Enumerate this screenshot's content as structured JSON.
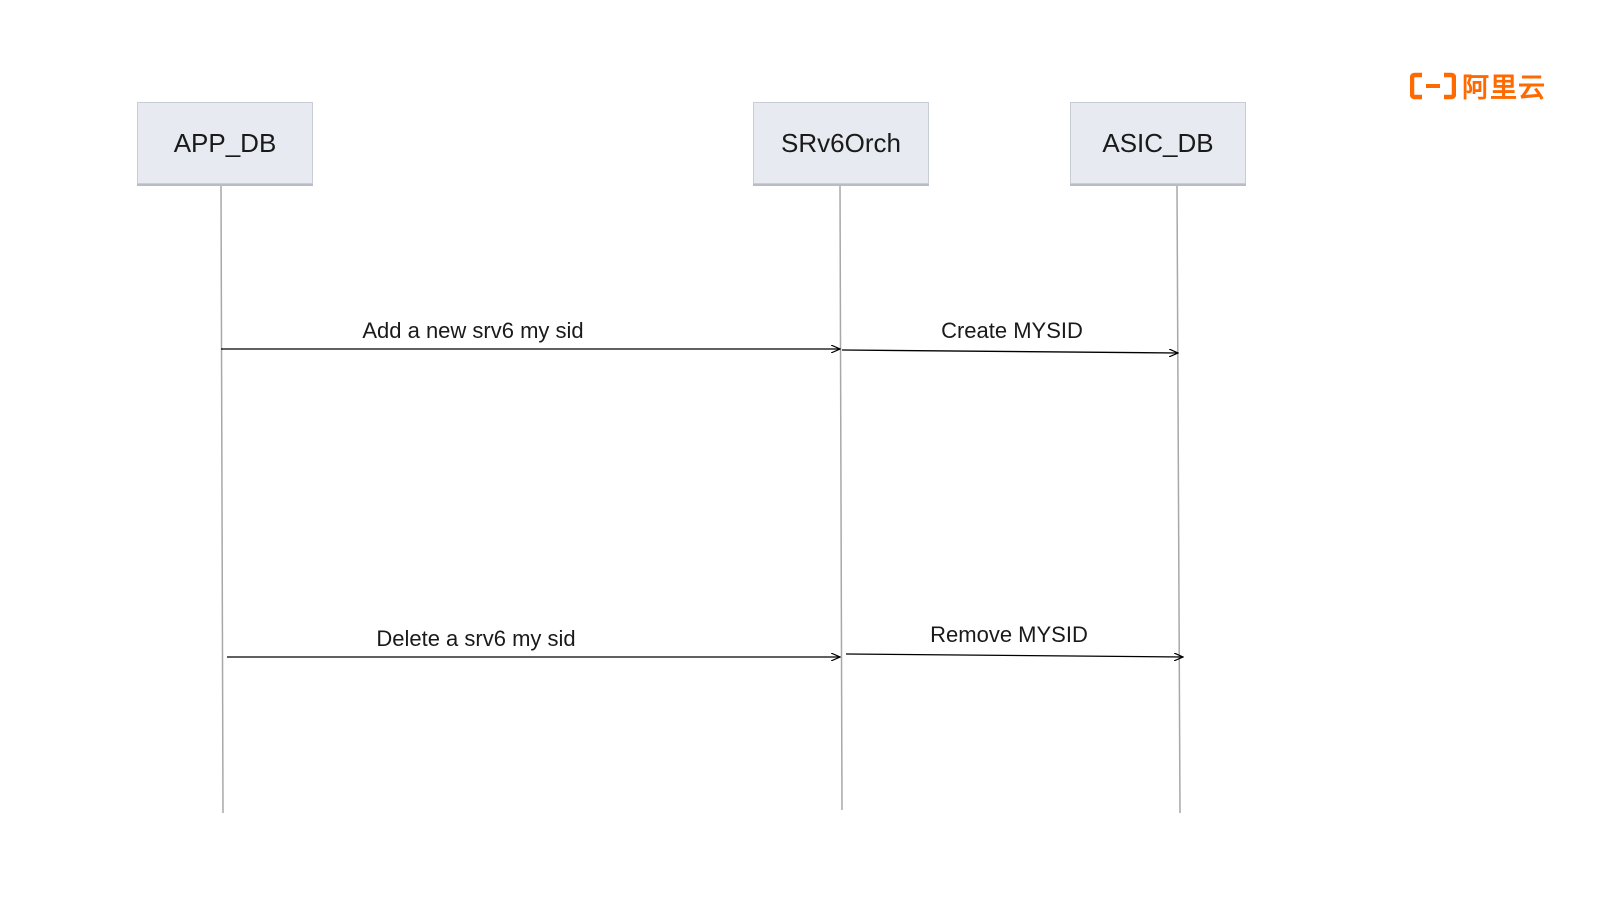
{
  "logo": {
    "text": "阿里云",
    "color": "#ff6a00",
    "icon": "aliyun-logo-icon"
  },
  "participants": [
    {
      "id": "app_db",
      "label": "APP_DB"
    },
    {
      "id": "srv6orch",
      "label": "SRv6Orch"
    },
    {
      "id": "asic_db",
      "label": "ASIC_DB"
    }
  ],
  "messages": [
    {
      "from": "APP_DB",
      "to": "SRv6Orch",
      "label": "Add a new srv6 my sid"
    },
    {
      "from": "SRv6Orch",
      "to": "ASIC_DB",
      "label": "Create MYSID"
    },
    {
      "from": "APP_DB",
      "to": "SRv6Orch",
      "label": "Delete a srv6 my sid"
    },
    {
      "from": "SRv6Orch",
      "to": "ASIC_DB",
      "label": "Remove MYSID"
    }
  ],
  "colors": {
    "participant_fill": "#e7eaf1",
    "lifeline": "#a8a8a8",
    "arrow": "#000000"
  }
}
